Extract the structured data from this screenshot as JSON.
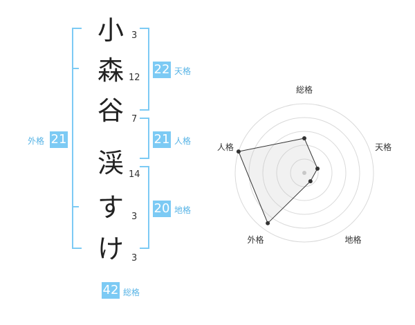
{
  "name": {
    "characters": [
      {
        "char": "小",
        "strokes": "3"
      },
      {
        "char": "森",
        "strokes": "12"
      },
      {
        "char": "谷",
        "strokes": "7"
      },
      {
        "char": "渓",
        "strokes": "14"
      },
      {
        "char": "す",
        "strokes": "3"
      },
      {
        "char": "け",
        "strokes": "3"
      }
    ]
  },
  "fortunes": {
    "tenkaku": {
      "label": "天格",
      "value": "22"
    },
    "jinkaku": {
      "label": "人格",
      "value": "21"
    },
    "chikaku": {
      "label": "地格",
      "value": "20"
    },
    "gaikaku": {
      "label": "外格",
      "value": "21"
    },
    "soukaku": {
      "label": "総格",
      "value": "42"
    }
  },
  "colors": {
    "accent": "#7ccaf4",
    "label": "#58b4e6",
    "text": "#222222"
  },
  "chart_data": {
    "type": "radar",
    "axes": [
      "総格",
      "天格",
      "地格",
      "外格",
      "人格"
    ],
    "values": [
      0.5,
      0.2,
      0.15,
      0.9,
      1.0
    ],
    "range": [
      0,
      1
    ],
    "rings": 5
  }
}
